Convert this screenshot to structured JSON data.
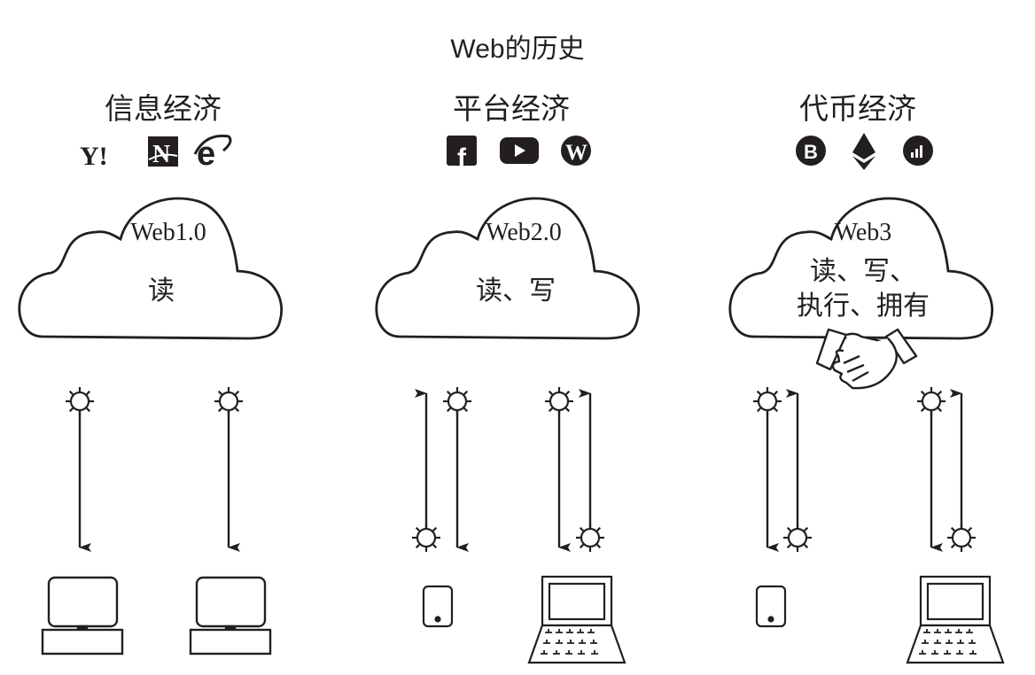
{
  "title": "Web的历史",
  "eras": [
    {
      "name": "信息经济",
      "cloud_label": "Web1.0",
      "capabilities": "读",
      "icons": [
        "yahoo-icon",
        "netscape-icon",
        "internet-explorer-icon"
      ],
      "devices": [
        "desktop-computer",
        "desktop-computer"
      ],
      "flow": "read-only"
    },
    {
      "name": "平台经济",
      "cloud_label": "Web2.0",
      "capabilities": "读、写",
      "icons": [
        "facebook-icon",
        "youtube-icon",
        "wordpress-icon"
      ],
      "devices": [
        "smartphone",
        "laptop"
      ],
      "flow": "read-write"
    },
    {
      "name": "代币经济",
      "cloud_label": "Web3",
      "capabilities_line1": "读、写、",
      "capabilities_line2": "执行、拥有",
      "icons": [
        "bitcoin-icon",
        "ethereum-icon",
        "chart-token-icon"
      ],
      "devices": [
        "smartphone",
        "laptop"
      ],
      "flow": "read-write-execute-own",
      "extra_icon": "handshake-icon"
    }
  ],
  "colors": {
    "ink": "#231f20",
    "background": "#ffffff"
  }
}
